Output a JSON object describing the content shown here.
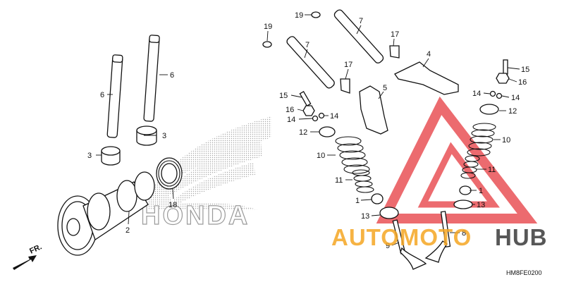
{
  "callouts": [
    {
      "id": "c19a",
      "text": "19"
    },
    {
      "id": "c7a",
      "text": "7"
    },
    {
      "id": "c17a",
      "text": "17"
    },
    {
      "id": "c19b",
      "text": "19"
    },
    {
      "id": "c7b",
      "text": "7"
    },
    {
      "id": "c4",
      "text": "4"
    },
    {
      "id": "c15a",
      "text": "15"
    },
    {
      "id": "c16a",
      "text": "16"
    },
    {
      "id": "c6a",
      "text": "6"
    },
    {
      "id": "c6b",
      "text": "6"
    },
    {
      "id": "c17b",
      "text": "17"
    },
    {
      "id": "c5",
      "text": "5"
    },
    {
      "id": "c15b",
      "text": "15"
    },
    {
      "id": "c16b",
      "text": "16"
    },
    {
      "id": "c14a",
      "text": "14"
    },
    {
      "id": "c14b",
      "text": "14"
    },
    {
      "id": "c14c",
      "text": "14"
    },
    {
      "id": "c14d",
      "text": "14"
    },
    {
      "id": "c12a",
      "text": "12"
    },
    {
      "id": "c12b",
      "text": "12"
    },
    {
      "id": "c3a",
      "text": "3"
    },
    {
      "id": "c3b",
      "text": "3"
    },
    {
      "id": "c10a",
      "text": "10"
    },
    {
      "id": "c10b",
      "text": "10"
    },
    {
      "id": "c11a",
      "text": "11"
    },
    {
      "id": "c11b",
      "text": "11"
    },
    {
      "id": "c18",
      "text": "18"
    },
    {
      "id": "c1a",
      "text": "1"
    },
    {
      "id": "c1b",
      "text": "1"
    },
    {
      "id": "c13a",
      "text": "13"
    },
    {
      "id": "c13b",
      "text": "13"
    },
    {
      "id": "c2",
      "text": "2"
    },
    {
      "id": "c8",
      "text": "8"
    },
    {
      "id": "c9",
      "text": "9"
    }
  ],
  "direction_label": "FR.",
  "ref_code": "HM8FE0200",
  "background_logo": "HONDA",
  "watermark": {
    "word_a": "AUTOMOTO",
    "word_b": "HUB"
  },
  "colors": {
    "line": "#111111",
    "watermark_red": "#e8474c",
    "watermark_orange": "#f5a623",
    "watermark_grey": "#3a3a3a",
    "logo_dots": "#9a9a9a"
  }
}
